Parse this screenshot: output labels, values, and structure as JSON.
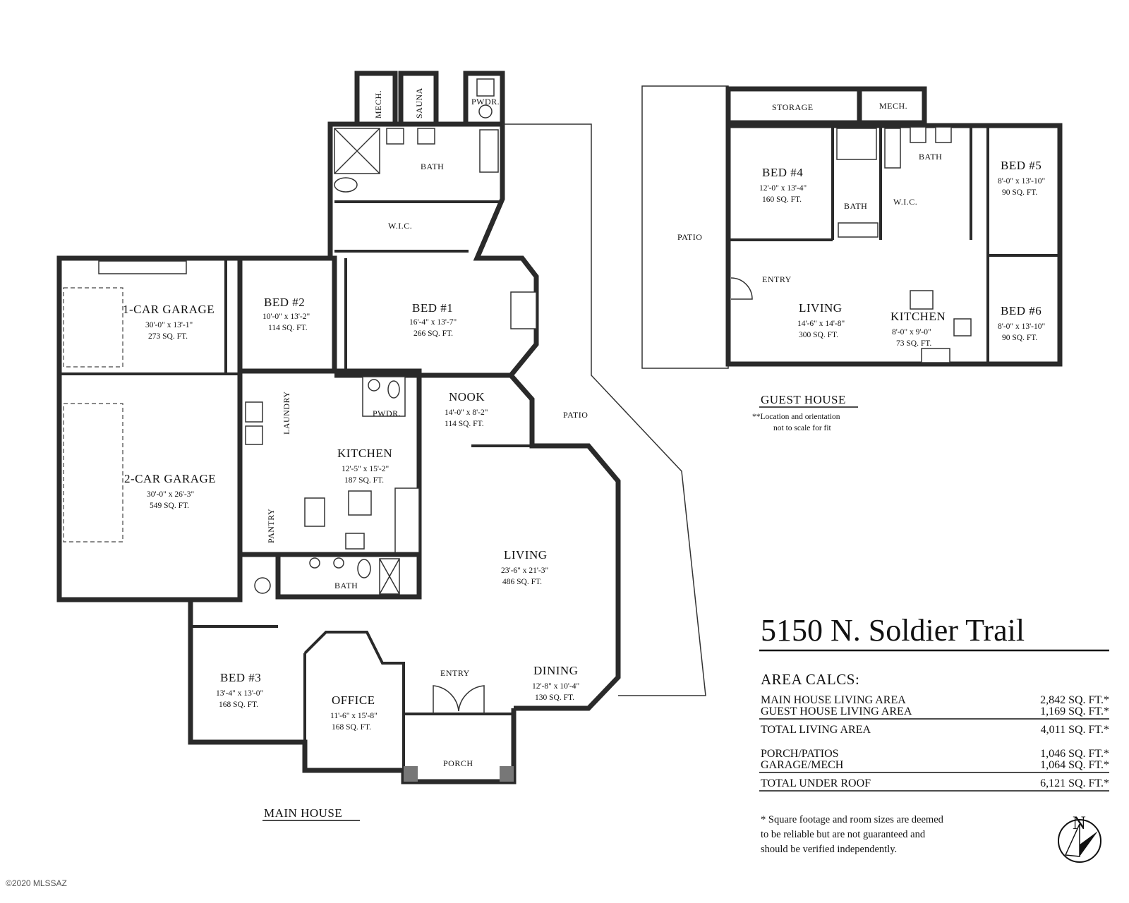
{
  "rooms": {
    "mech_main": "MECH.",
    "sauna": "SAUNA",
    "pwdr_top": "PWDR.",
    "bath_master": "BATH",
    "wic_master": "W.I.C.",
    "garage1": {
      "name": "1-CAR GARAGE",
      "dims": "30'-0\" x 13'-1\"",
      "area": "273 SQ. FT."
    },
    "bed2": {
      "name": "BED #2",
      "dims": "10'-0\" x 13'-2\"",
      "area": "114 SQ. FT."
    },
    "bed1": {
      "name": "BED #1",
      "dims": "16'-4\" x 13'-7\"",
      "area": "266 SQ. FT."
    },
    "laundry": "LAUNDRY",
    "pwdr_mid": "PWDR.",
    "nook": {
      "name": "NOOK",
      "dims": "14'-0\" x 8'-2\"",
      "area": "114 SQ. FT."
    },
    "patio_main": "PATIO",
    "kitchen": {
      "name": "KITCHEN",
      "dims": "12'-5\" x 15'-2\"",
      "area": "187 SQ. FT."
    },
    "garage2": {
      "name": "2-CAR GARAGE",
      "dims": "30'-0\" x 26'-3\"",
      "area": "549 SQ. FT."
    },
    "pantry": "PANTRY",
    "living": {
      "name": "LIVING",
      "dims": "23'-6\" x 21'-3\"",
      "area": "486 SQ. FT."
    },
    "bath_hall": "BATH",
    "bed3": {
      "name": "BED #3",
      "dims": "13'-4\" x 13'-0\"",
      "area": "168 SQ. FT."
    },
    "office": {
      "name": "OFFICE",
      "dims": "11'-6\" x 15'-8\"",
      "area": "168 SQ. FT."
    },
    "entry_main": "ENTRY",
    "dining": {
      "name": "DINING",
      "dims": "12'-8\" x 10'-4\"",
      "area": "130 SQ. FT."
    },
    "porch": "PORCH",
    "main_house_label": "MAIN HOUSE"
  },
  "guest": {
    "storage": "STORAGE",
    "mech": "MECH.",
    "patio": "PATIO",
    "bed4": {
      "name": "BED #4",
      "dims": "12'-0\" x 13'-4\"",
      "area": "160 SQ. FT."
    },
    "bath_a": "BATH",
    "bath_b": "BATH",
    "wic": "W.I.C.",
    "bed5": {
      "name": "BED #5",
      "dims": "8'-0\" x 13'-10\"",
      "area": "90 SQ. FT."
    },
    "entry": "ENTRY",
    "living": {
      "name": "LIVING",
      "dims": "14'-6\" x 14'-8\"",
      "area": "300 SQ. FT."
    },
    "kitchen": {
      "name": "KITCHEN",
      "dims": "8'-0\" x 9'-0\"",
      "area": "73 SQ. FT."
    },
    "bed6": {
      "name": "BED #6",
      "dims": "8'-0\" x 13'-10\"",
      "area": "90 SQ. FT."
    },
    "label": "GUEST HOUSE",
    "note_line1": "**Location and orientation",
    "note_line2": "not to scale for fit"
  },
  "title": "5150 N. Soldier Trail",
  "area_calcs": {
    "heading": "AREA CALCS:",
    "rows": [
      {
        "label": "MAIN HOUSE LIVING AREA",
        "value": "2,842 SQ. FT.*"
      },
      {
        "label": "GUEST HOUSE LIVING AREA",
        "value": "1,169 SQ. FT.*"
      },
      {
        "label": "TOTAL LIVING AREA",
        "value": "4,011 SQ. FT.*"
      },
      {
        "label": "PORCH/PATIOS",
        "value": "1,046 SQ. FT.*"
      },
      {
        "label": "GARAGE/MECH",
        "value": "1,064 SQ. FT.*"
      },
      {
        "label": "TOTAL UNDER ROOF",
        "value": "6,121 SQ. FT.*"
      }
    ]
  },
  "disclaimer": {
    "line1": "* Square footage and room sizes are deemed",
    "line2": "to be reliable but are not guaranteed and",
    "line3": "should be verified  independently."
  },
  "compass_letter": "N",
  "copyright": "©2020 MLSSAZ"
}
